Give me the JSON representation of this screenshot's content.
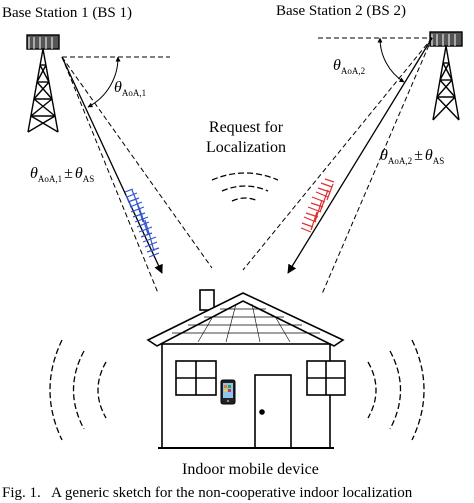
{
  "bs1": {
    "title": "Base Station 1 (BS 1)",
    "theta_symbol": "θ",
    "aoa_sub": "AoA,1",
    "pm": "±",
    "as_sub": "AS"
  },
  "bs2": {
    "title": "Base Station 2 (BS 2)",
    "theta_symbol": "θ",
    "aoa_sub": "AoA,2",
    "pm": "±",
    "as_sub": "AS"
  },
  "request": {
    "line1": "Request for",
    "line2": "Localization"
  },
  "device_label": "Indoor mobile device",
  "caption": "Fig. 1.   A generic sketch for the non-cooperative indoor localization",
  "colors": {
    "signal_bs1": "#3355cc",
    "signal_bs2": "#e03030",
    "ink": "#000000"
  },
  "icons": [
    "antenna-tower-icon",
    "house-icon",
    "mobile-phone-icon",
    "signal-wave-icon",
    "arrow-icon"
  ]
}
